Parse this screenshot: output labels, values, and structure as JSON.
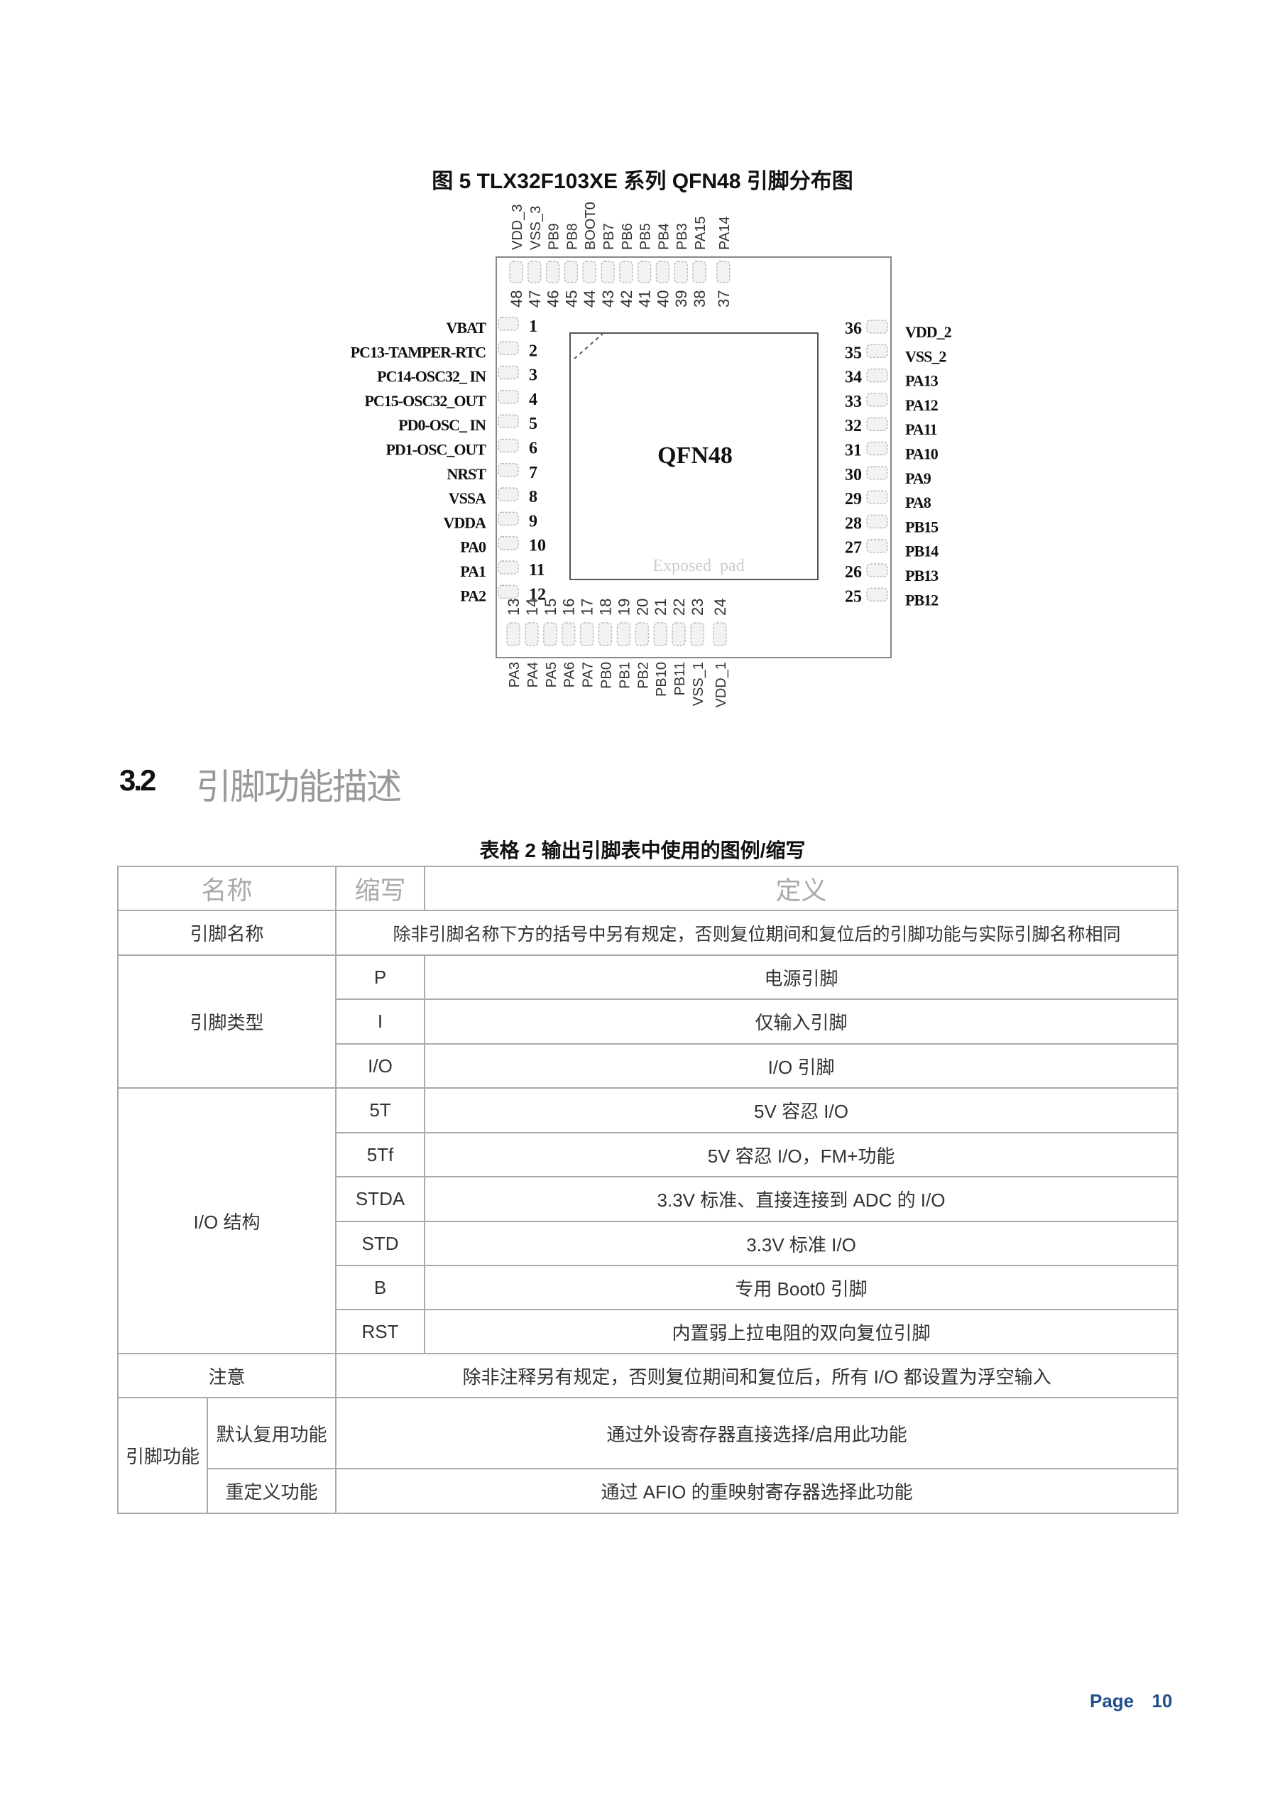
{
  "figure": {
    "title": "图 5 TLX32F103XE 系列 QFN48 引脚分布图",
    "package_label": "QFN48",
    "exposed_pad_label": "Exposed  pad",
    "left_pins": [
      {
        "num": "1",
        "name": "VBAT"
      },
      {
        "num": "2",
        "name": "PC13-TAMPER-RTC"
      },
      {
        "num": "3",
        "name": "PC14-OSC32_ IN"
      },
      {
        "num": "4",
        "name": "PC15-OSC32_OUT"
      },
      {
        "num": "5",
        "name": "PD0-OSC_ IN"
      },
      {
        "num": "6",
        "name": "PD1-OSC_OUT"
      },
      {
        "num": "7",
        "name": "NRST"
      },
      {
        "num": "8",
        "name": "VSSA"
      },
      {
        "num": "9",
        "name": "VDDA"
      },
      {
        "num": "10",
        "name": "PA0"
      },
      {
        "num": "11",
        "name": "PA1"
      },
      {
        "num": "12",
        "name": "PA2"
      }
    ],
    "bottom_pins": [
      {
        "num": "13",
        "name": "PA3"
      },
      {
        "num": "14",
        "name": "PA4"
      },
      {
        "num": "15",
        "name": "PA5"
      },
      {
        "num": "16",
        "name": "PA6"
      },
      {
        "num": "17",
        "name": "PA7"
      },
      {
        "num": "18",
        "name": "PB0"
      },
      {
        "num": "19",
        "name": "PB1"
      },
      {
        "num": "20",
        "name": "PB2"
      },
      {
        "num": "21",
        "name": "PB10"
      },
      {
        "num": "22",
        "name": "PB11"
      },
      {
        "num": "23",
        "name": "VSS_1"
      },
      {
        "num": "24",
        "name": "VDD_1"
      }
    ],
    "right_pins": [
      {
        "num": "36",
        "name": "VDD_2"
      },
      {
        "num": "35",
        "name": "VSS_2"
      },
      {
        "num": "34",
        "name": "PA13"
      },
      {
        "num": "33",
        "name": "PA12"
      },
      {
        "num": "32",
        "name": "PA11"
      },
      {
        "num": "31",
        "name": "PA10"
      },
      {
        "num": "30",
        "name": "PA9"
      },
      {
        "num": "29",
        "name": "PA8"
      },
      {
        "num": "28",
        "name": "PB15"
      },
      {
        "num": "27",
        "name": "PB14"
      },
      {
        "num": "26",
        "name": "PB13"
      },
      {
        "num": "25",
        "name": "PB12"
      }
    ],
    "top_pins": [
      {
        "num": "48",
        "name": "VDD_3"
      },
      {
        "num": "47",
        "name": "VSS_3"
      },
      {
        "num": "46",
        "name": "PB9"
      },
      {
        "num": "45",
        "name": "PB8"
      },
      {
        "num": "44",
        "name": "BOOT0"
      },
      {
        "num": "43",
        "name": "PB7"
      },
      {
        "num": "42",
        "name": "PB6"
      },
      {
        "num": "41",
        "name": "PB5"
      },
      {
        "num": "40",
        "name": "PB4"
      },
      {
        "num": "39",
        "name": "PB3"
      },
      {
        "num": "38",
        "name": "PA15"
      },
      {
        "num": "37",
        "name": "PA14"
      }
    ]
  },
  "section": {
    "number": "3.2",
    "title": "引脚功能描述"
  },
  "table": {
    "title": "表格 2 输出引脚表中使用的图例/缩写",
    "headers": [
      "名称",
      "缩写",
      "定义"
    ],
    "pin_name": {
      "label": "引脚名称",
      "definition": "除非引脚名称下方的括号中另有规定，否则复位期间和复位后的引脚功能与实际引脚名称相同"
    },
    "pin_type": {
      "label": "引脚类型",
      "rows": [
        {
          "abbr": "P",
          "definition": "电源引脚"
        },
        {
          "abbr": "I",
          "definition": "仅输入引脚"
        },
        {
          "abbr": "I/O",
          "definition": "I/O 引脚"
        }
      ]
    },
    "io_structure": {
      "label": "I/O 结构",
      "rows": [
        {
          "abbr": "5T",
          "definition": "5V 容忍 I/O"
        },
        {
          "abbr": "5Tf",
          "definition": "5V 容忍 I/O，FM+功能"
        },
        {
          "abbr": "STDA",
          "definition": "3.3V 标准、直接连接到 ADC 的 I/O"
        },
        {
          "abbr": "STD",
          "definition": "3.3V 标准 I/O"
        },
        {
          "abbr": "B",
          "definition": "专用 Boot0 引脚"
        },
        {
          "abbr": "RST",
          "definition": "内置弱上拉电阻的双向复位引脚"
        }
      ]
    },
    "note": {
      "label": "注意",
      "definition": "除非注释另有规定，否则复位期间和复位后，所有 I/O 都设置为浮空输入"
    },
    "pin_function": {
      "label": "引脚功能",
      "rows": [
        {
          "label": "默认复用功能",
          "definition": "通过外设寄存器直接选择/启用此功能"
        },
        {
          "label": "重定义功能",
          "definition": "通过 AFIO 的重映射寄存器选择此功能"
        }
      ]
    }
  },
  "footer": {
    "page_label": "Page",
    "page_number": "10"
  },
  "colors": {
    "footer_text": "#1f4e8c",
    "heading_gray": "#999999",
    "table_border": "#aaaaaa"
  }
}
